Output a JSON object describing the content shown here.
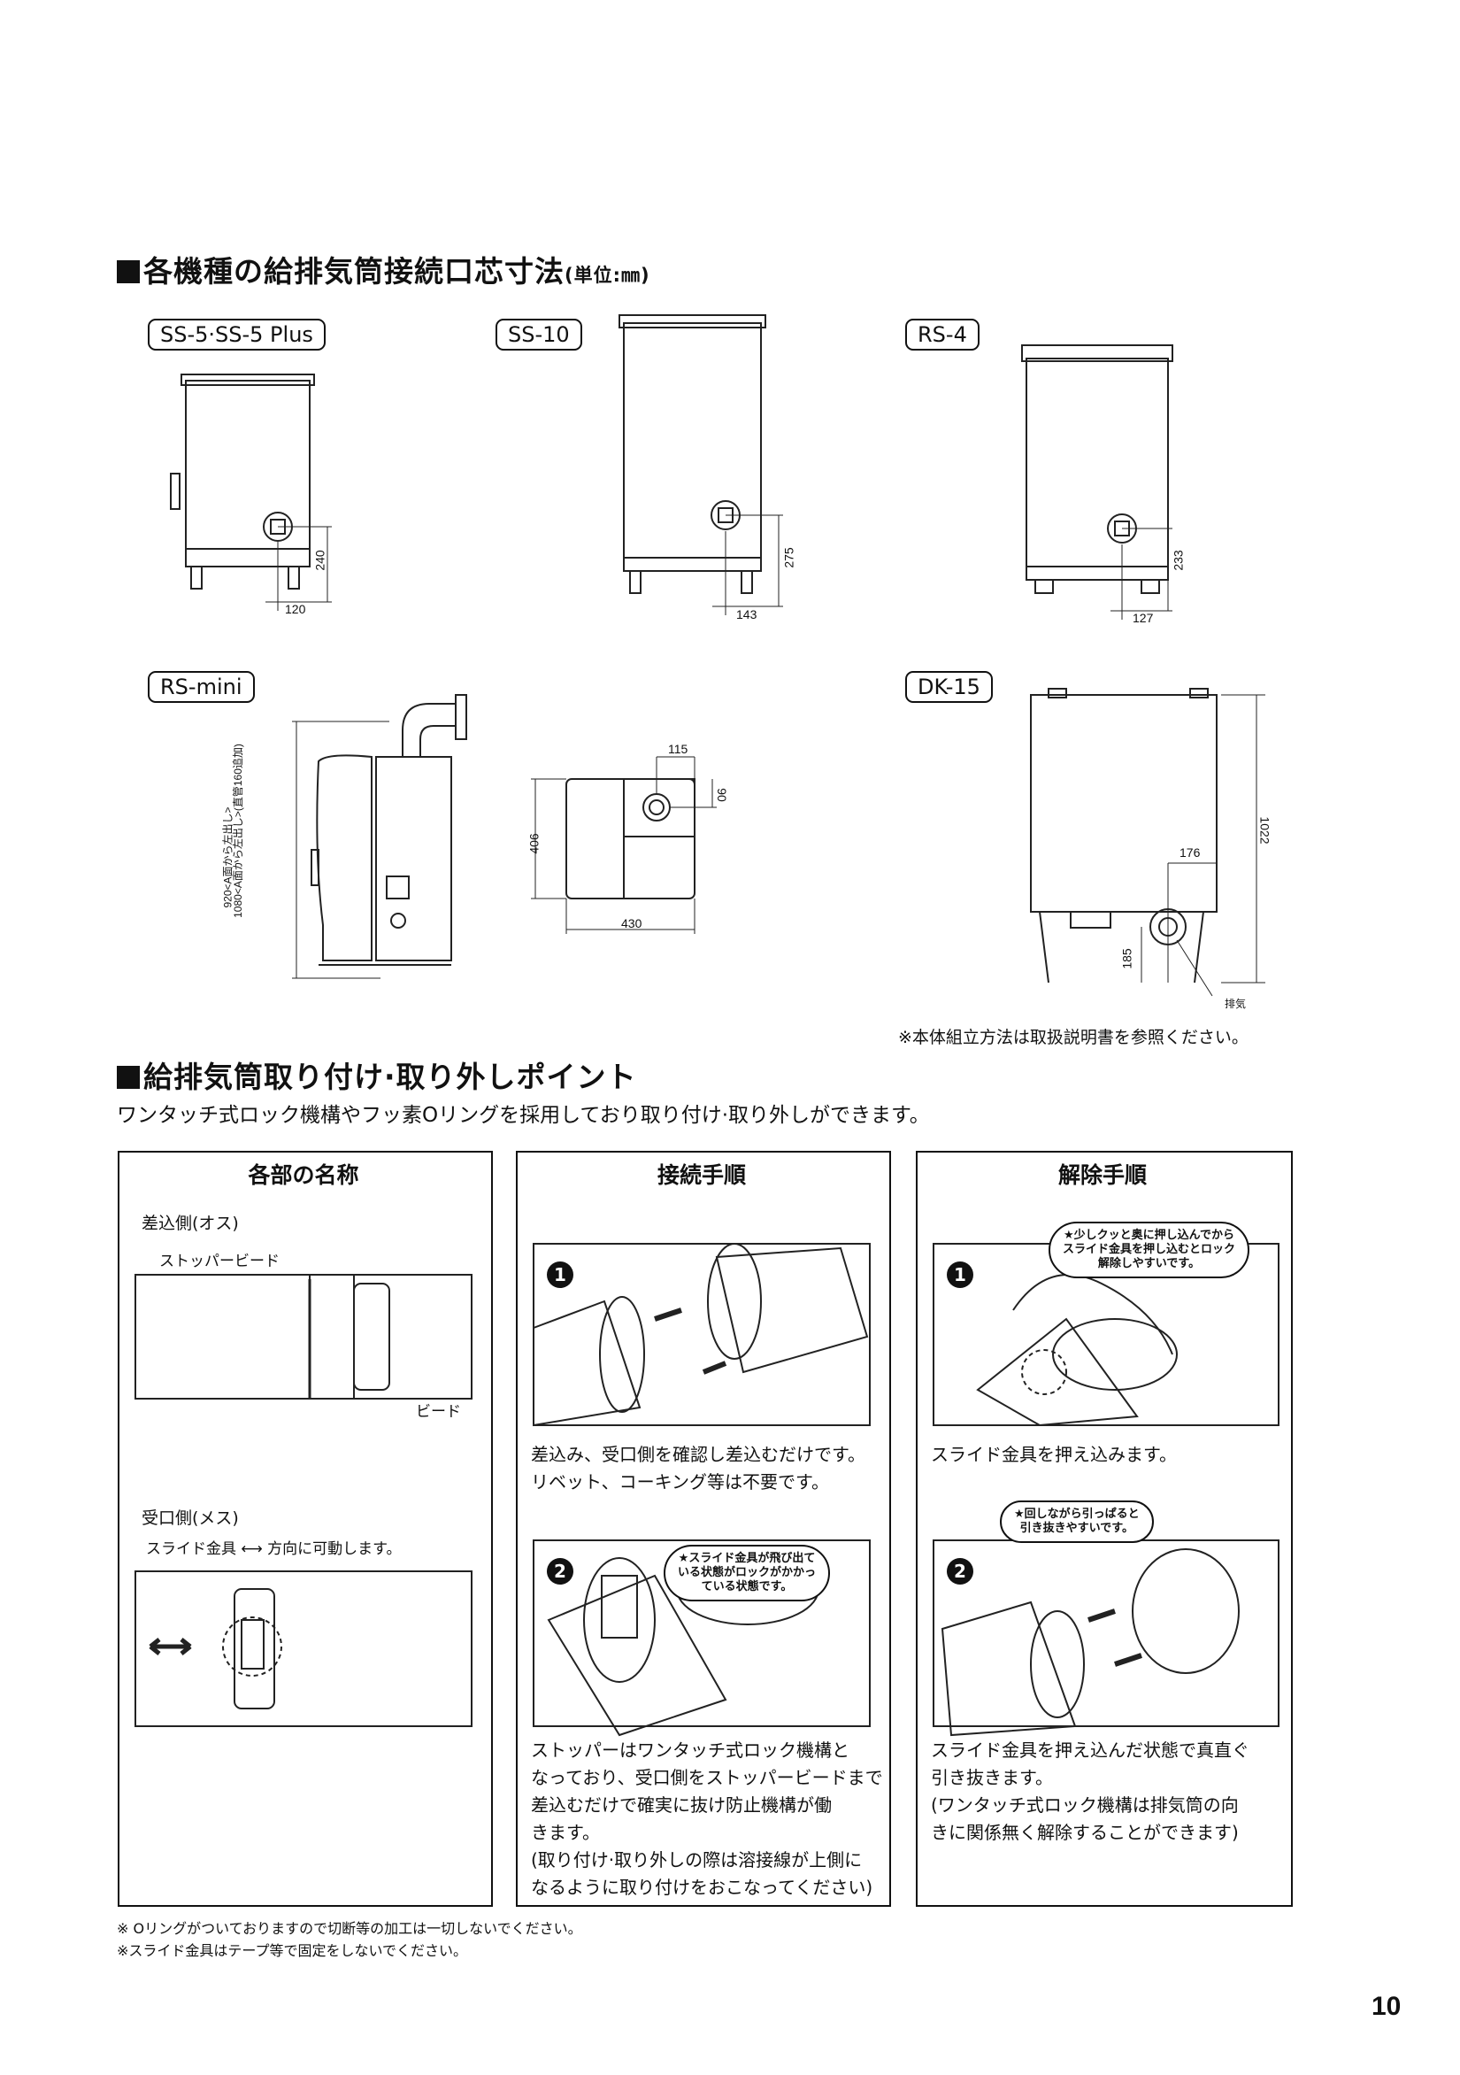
{
  "section1": {
    "title": "各機種の給排気筒接続口芯寸法",
    "unit": "(単位:㎜)"
  },
  "models": {
    "ss5": {
      "label": "SS-5·SS-5 Plus",
      "dim_h": "240",
      "dim_w": "120"
    },
    "ss10": {
      "label": "SS-10",
      "dim_h": "275",
      "dim_w": "143"
    },
    "rs4": {
      "label": "RS-4",
      "dim_h": "233",
      "dim_w": "127"
    },
    "rsmini": {
      "label": "RS-mini",
      "dim_side": "1080<A面から左出し>(直管160追加)",
      "dim_side2": "920<A面から左出し>",
      "dim_h": "406",
      "dim_w": "430",
      "dim_top": "115",
      "dim_v": "90"
    },
    "dk15": {
      "label": "DK-15",
      "dim_h": "1022",
      "dim_w": "176",
      "dim_low": "185",
      "exhaust": "排気"
    }
  },
  "assembly_note": "※本体組立方法は取扱説明書を参照ください。",
  "section2": {
    "title": "給排気筒取り付け·取り外しポイント",
    "subtitle": "ワンタッチ式ロック機構やフッ素Oリングを採用しており取り付け·取り外しができます。"
  },
  "panel_parts": {
    "title": "各部の名称",
    "male_label": "差込側(オス)",
    "stopper_bead": "ストッパービード",
    "bead": "ビード",
    "female_label": "受口側(メス)",
    "slide_text": "スライド金具 ⟷ 方向に可動します。"
  },
  "panel_connect": {
    "title": "接続手順",
    "step1_num": "1",
    "step1_text": [
      "差込み、受口側を確認し差込むだけです。",
      "リベット、コーキング等は不要です。"
    ],
    "step2_num": "2",
    "step2_bubble": [
      "★スライド金具が飛び出て",
      "いる状態がロックがかかっ",
      "ている状態です。"
    ],
    "step2_text": [
      "ストッパーはワンタッチ式ロック機構と",
      "なっており、受口側をストッパービードまで",
      "差込むだけで確実に抜け防止機構が働",
      "きます。",
      "(取り付け·取り外しの際は溶接線が上側に",
      "なるように取り付けをおこなってください)"
    ]
  },
  "panel_release": {
    "title": "解除手順",
    "step1_num": "1",
    "step1_bubble": [
      "★少しクッと奥に押し込んでから",
      "スライド金具を押し込むとロック",
      "解除しやすいです。"
    ],
    "step1_text": "スライド金具を押え込みます。",
    "step2_num": "2",
    "step2_bubble": [
      "★回しながら引っぱると",
      "引き抜きやすいです。"
    ],
    "step2_text": [
      "スライド金具を押え込んだ状態で真直ぐ",
      "引き抜きます。",
      "(ワンタッチ式ロック機構は排気筒の向",
      "きに関係無く解除することができます)"
    ]
  },
  "footnotes": [
    "※ Oリングがついておりますので切断等の加工は一切しないでください。",
    "※スライド金具はテープ等で固定をしないでください。"
  ],
  "page_number": "10"
}
